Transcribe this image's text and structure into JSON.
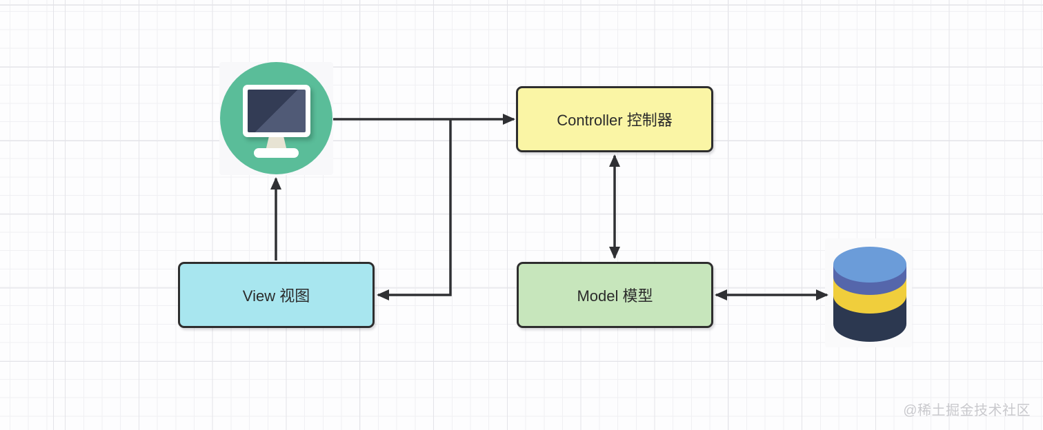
{
  "canvas": {
    "background": "#fdfdfe",
    "grid_minor_color": "#f0f0f3",
    "grid_major_color": "#e3e3e8",
    "line_color": "#2f3033"
  },
  "nodes": {
    "controller": {
      "label": "Controller 控制器",
      "fill": "#faf5a5",
      "border": "#2e2e2e"
    },
    "view": {
      "label": "View 视图",
      "fill": "#a8e6ef",
      "border": "#2e2e2e"
    },
    "model": {
      "label": "Model 模型",
      "fill": "#c7e6bc",
      "border": "#2e2e2e"
    }
  },
  "icons": {
    "computer": {
      "name": "computer-monitor-icon",
      "circle_color": "#5abd99",
      "frame_color": "#ffffff",
      "screen_dark": "#333c55",
      "screen_light": "#505a76",
      "stand_color": "#e7e3d3"
    },
    "database": {
      "name": "database-cylinder-icon",
      "top_color": "#6b9cd9",
      "band_indigo": "#5566ab",
      "band_yellow": "#f0ce3c",
      "band_navy": "#2c3850"
    }
  },
  "edges": [
    {
      "id": "computer-to-controller",
      "from": "computer-icon",
      "to": "controller",
      "arrows": "end"
    },
    {
      "id": "branch-to-view",
      "from": "computer-controller-line",
      "to": "view",
      "arrows": "end"
    },
    {
      "id": "view-to-computer",
      "from": "view",
      "to": "computer-icon",
      "arrows": "end"
    },
    {
      "id": "controller-model",
      "from": "controller",
      "to": "model",
      "arrows": "both"
    },
    {
      "id": "model-database",
      "from": "model",
      "to": "database-icon",
      "arrows": "both"
    }
  ],
  "watermark": {
    "text": "@稀土掘金技术社区",
    "color": "#c9c9cd"
  }
}
